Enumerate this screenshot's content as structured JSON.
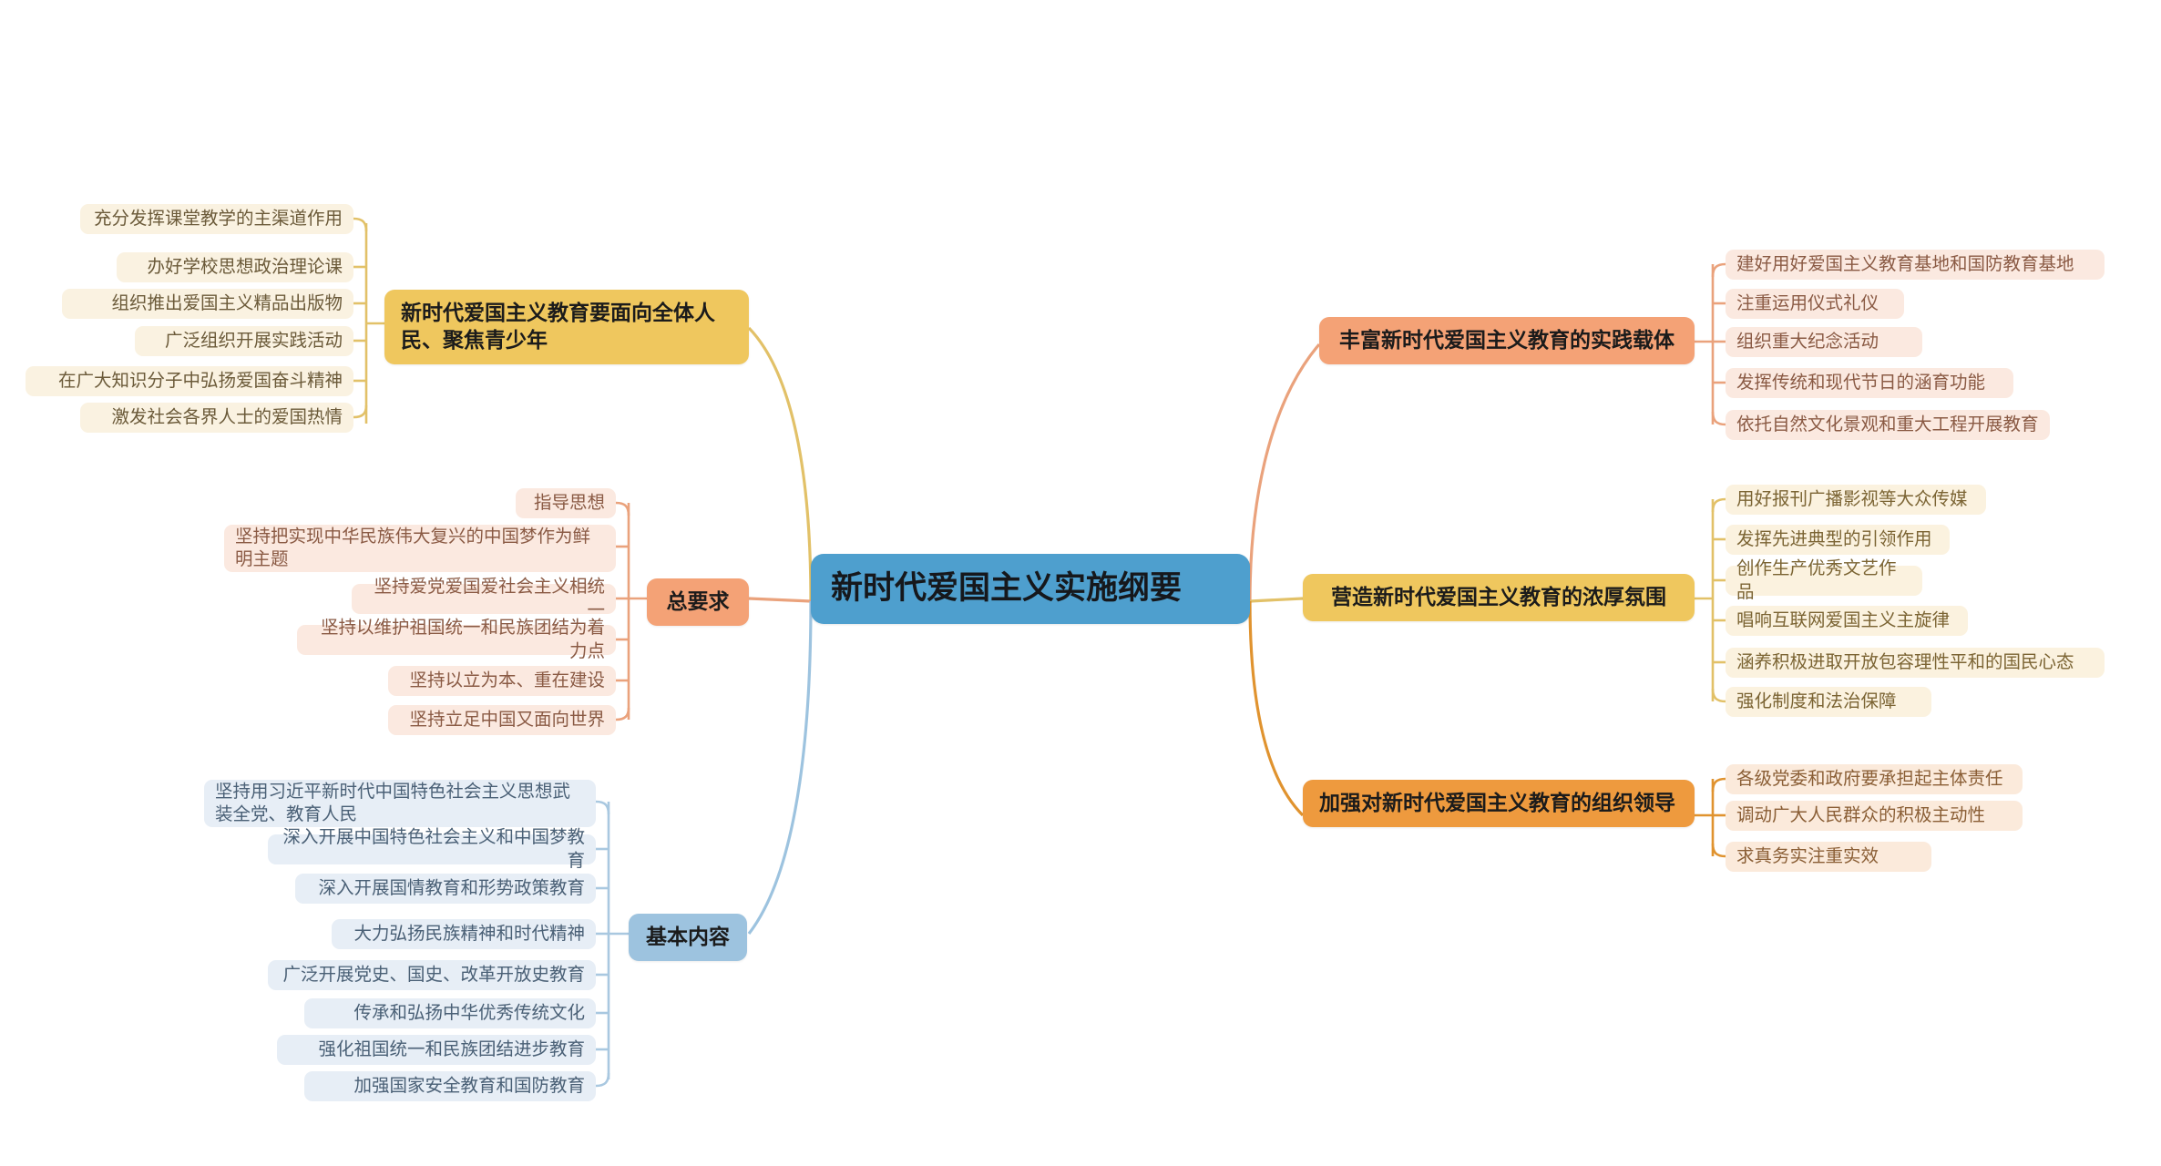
{
  "mindmap": {
    "root": {
      "label": "新时代爱国主义实施纲要",
      "color": "#4e9fce"
    },
    "branches": [
      {
        "id": "audience",
        "label": "新时代爱国主义教育要面向全体人民、聚焦青少年",
        "color": "#efc75e",
        "side": "left",
        "leaf_color": "#faf2e1",
        "children": [
          "充分发挥课堂教学的主渠道作用",
          "办好学校思想政治理论课",
          "组织推出爱国主义精品出版物",
          "广泛组织开展实践活动",
          "在广大知识分子中弘扬爱国奋斗精神",
          "激发社会各界人士的爱国热情"
        ]
      },
      {
        "id": "requirements",
        "label": "总要求",
        "color": "#f4a276",
        "side": "left",
        "leaf_color": "#fbe9e0",
        "children": [
          "指导思想",
          "坚持把实现中华民族伟大复兴的中国梦作为鲜明主题",
          "坚持爱党爱国爱社会主义相统一",
          "坚持以维护祖国统一和民族团结为着力点",
          "坚持以立为本、重在建设",
          "坚持立足中国又面向世界"
        ]
      },
      {
        "id": "content",
        "label": "基本内容",
        "color": "#9dc3df",
        "side": "left",
        "leaf_color": "#e7eef6",
        "children": [
          "坚持用习近平新时代中国特色社会主义思想武装全党、教育人民",
          "深入开展中国特色社会主义和中国梦教育",
          "深入开展国情教育和形势政策教育",
          "大力弘扬民族精神和时代精神",
          "广泛开展党史、国史、改革开放史教育",
          "传承和弘扬中华优秀传统文化",
          "强化祖国统一和民族团结进步教育",
          "加强国家安全教育和国防教育"
        ]
      },
      {
        "id": "carriers",
        "label": "丰富新时代爱国主义教育的实践载体",
        "color": "#f4a276",
        "side": "right",
        "leaf_color": "#fbe9e0",
        "children": [
          "建好用好爱国主义教育基地和国防教育基地",
          "注重运用仪式礼仪",
          "组织重大纪念活动",
          "发挥传统和现代节日的涵育功能",
          "依托自然文化景观和重大工程开展教育"
        ]
      },
      {
        "id": "atmosphere",
        "label": "营造新时代爱国主义教育的浓厚氛围",
        "color": "#efc75e",
        "side": "right",
        "leaf_color": "#fbf2df",
        "children": [
          "用好报刊广播影视等大众传媒",
          "发挥先进典型的引领作用",
          "创作生产优秀文艺作品",
          "唱响互联网爱国主义主旋律",
          "涵养积极进取开放包容理性平和的国民心态",
          "强化制度和法治保障"
        ]
      },
      {
        "id": "leadership",
        "label": "加强对新时代爱国主义教育的组织领导",
        "color": "#ee9a3e",
        "side": "right",
        "leaf_color": "#fbeadb",
        "children": [
          "各级党委和政府要承担起主体责任",
          "调动广大人民群众的积极主动性",
          "求真务实注重实效"
        ]
      }
    ]
  }
}
